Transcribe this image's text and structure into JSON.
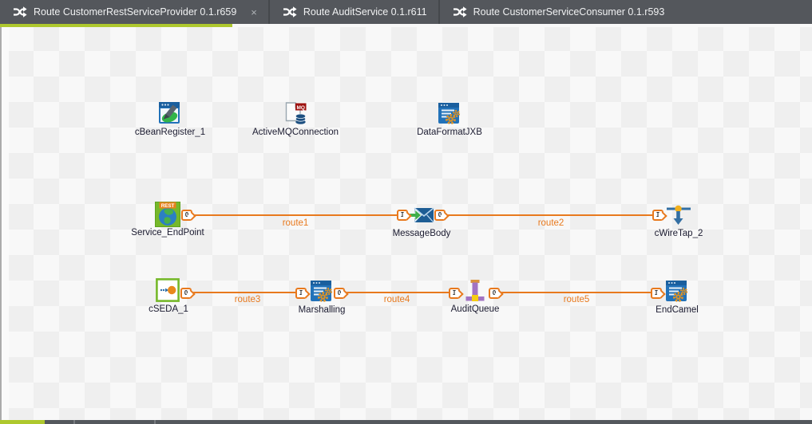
{
  "header": {
    "tabs": [
      {
        "label": "Route CustomerRestServiceProvider 0.1.r659",
        "close": "×",
        "active": true
      },
      {
        "label": "Route AuditService 0.1.r611",
        "active": false
      },
      {
        "label": "Route CustomerServiceConsumer 0.1.r593",
        "active": false
      }
    ]
  },
  "icons": {
    "activemq_badge": "MQ",
    "rest_banner": "REST"
  },
  "canvas": {
    "port_labels": {
      "in": "I",
      "out": "O"
    },
    "components": [
      {
        "id": "cBeanRegister_1",
        "label": "cBeanRegister_1",
        "icon": "bean-register-icon"
      },
      {
        "id": "ActiveMQConnection",
        "label": "ActiveMQConnection",
        "icon": "activemq-icon"
      },
      {
        "id": "DataFormatJXB",
        "label": "DataFormatJXB",
        "icon": "dataformat-gears-icon"
      },
      {
        "id": "Service_EndPoint",
        "label": "Service_EndPoint",
        "icon": "rest-endpoint-icon",
        "ports": [
          "out"
        ]
      },
      {
        "id": "MessageBody",
        "label": "MessageBody",
        "icon": "envelope-arrow-icon",
        "ports": [
          "in",
          "out"
        ]
      },
      {
        "id": "cWireTap_2",
        "label": "cWireTap_2",
        "icon": "wiretap-icon",
        "ports": [
          "in"
        ]
      },
      {
        "id": "cSEDA_1",
        "label": "cSEDA_1",
        "icon": "seda-icon",
        "ports": [
          "out"
        ]
      },
      {
        "id": "Marshalling",
        "label": "Marshalling",
        "icon": "dataformat-gears-icon",
        "ports": [
          "in",
          "out"
        ]
      },
      {
        "id": "AuditQueue",
        "label": "AuditQueue",
        "icon": "queue-icon",
        "ports": [
          "in",
          "out"
        ]
      },
      {
        "id": "EndCamel",
        "label": "EndCamel",
        "icon": "dataformat-gears-icon",
        "ports": [
          "in"
        ]
      }
    ],
    "connections": [
      {
        "label": "route1",
        "from": "Service_EndPoint",
        "to": "MessageBody"
      },
      {
        "label": "route2",
        "from": "MessageBody",
        "to": "cWireTap_2"
      },
      {
        "label": "route3",
        "from": "cSEDA_1",
        "to": "Marshalling"
      },
      {
        "label": "route4",
        "from": "Marshalling",
        "to": "AuditQueue"
      },
      {
        "label": "route5",
        "from": "AuditQueue",
        "to": "EndCamel"
      }
    ],
    "colors": {
      "connection_orange": "#e8791d",
      "active_tab_green": "#aec82d",
      "tabbar_background": "#54575c",
      "checker_light": "#f8f8f8",
      "checker_dark": "#efefef"
    }
  }
}
